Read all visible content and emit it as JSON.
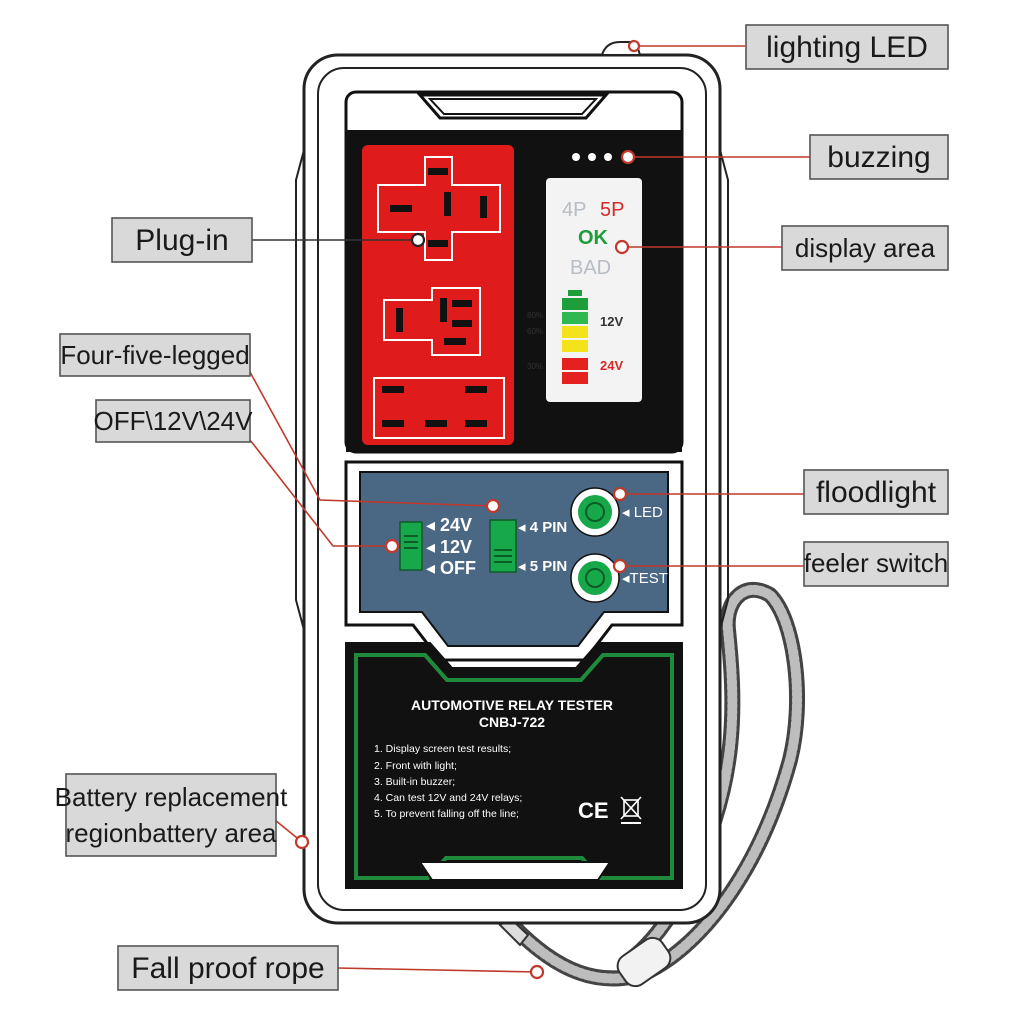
{
  "callouts": {
    "lighting_led": "lighting LED",
    "buzzing": "buzzing",
    "plug_in": "Plug-in",
    "display_area": "display area",
    "four_five_legged": "Four-five-legged",
    "voltage_switch": "OFF\\12V\\24V",
    "floodlight": "floodlight",
    "feeler_switch": "feeler switch",
    "battery_line1": "Battery replacement",
    "battery_line2": "regionbattery area",
    "fall_proof_rope": "Fall proof rope"
  },
  "display": {
    "p4": "4P",
    "p5": "5P",
    "ok": "OK",
    "bad": "BAD",
    "pct80": "80%",
    "pct60": "60%",
    "pct30": "30%",
    "v12": "12V",
    "v24": "24V"
  },
  "panel": {
    "sw_24v": "◂ 24V",
    "sw_12v": "◂ 12V",
    "sw_off": "◂ OFF",
    "pin4": "◂ 4 PIN",
    "pin5": "◂ 5 PIN",
    "led_label": "◂ LED",
    "test_label": "◂TEST"
  },
  "label_plate": {
    "title": "AUTOMOTIVE RELAY TESTER",
    "model": "CNBJ-722",
    "features": [
      "1. Display screen test results;",
      "2. Front with light;",
      "3. Built-in buzzer;",
      "4. Can test 12V and 24V relays;",
      "5. To prevent falling off the line;"
    ],
    "marks": "CE"
  },
  "colors": {
    "socket_red": "#e01b1b",
    "panel_blue": "#4a6784",
    "button_green": "#17a84a",
    "label_green": "#1f8a3c",
    "ok_green": "#1e9e3a",
    "fivep_red": "#d42a2a",
    "battery_yellow": "#f4e21a",
    "battery_red": "#e52020",
    "callout_gray": "#d9d9d9"
  }
}
